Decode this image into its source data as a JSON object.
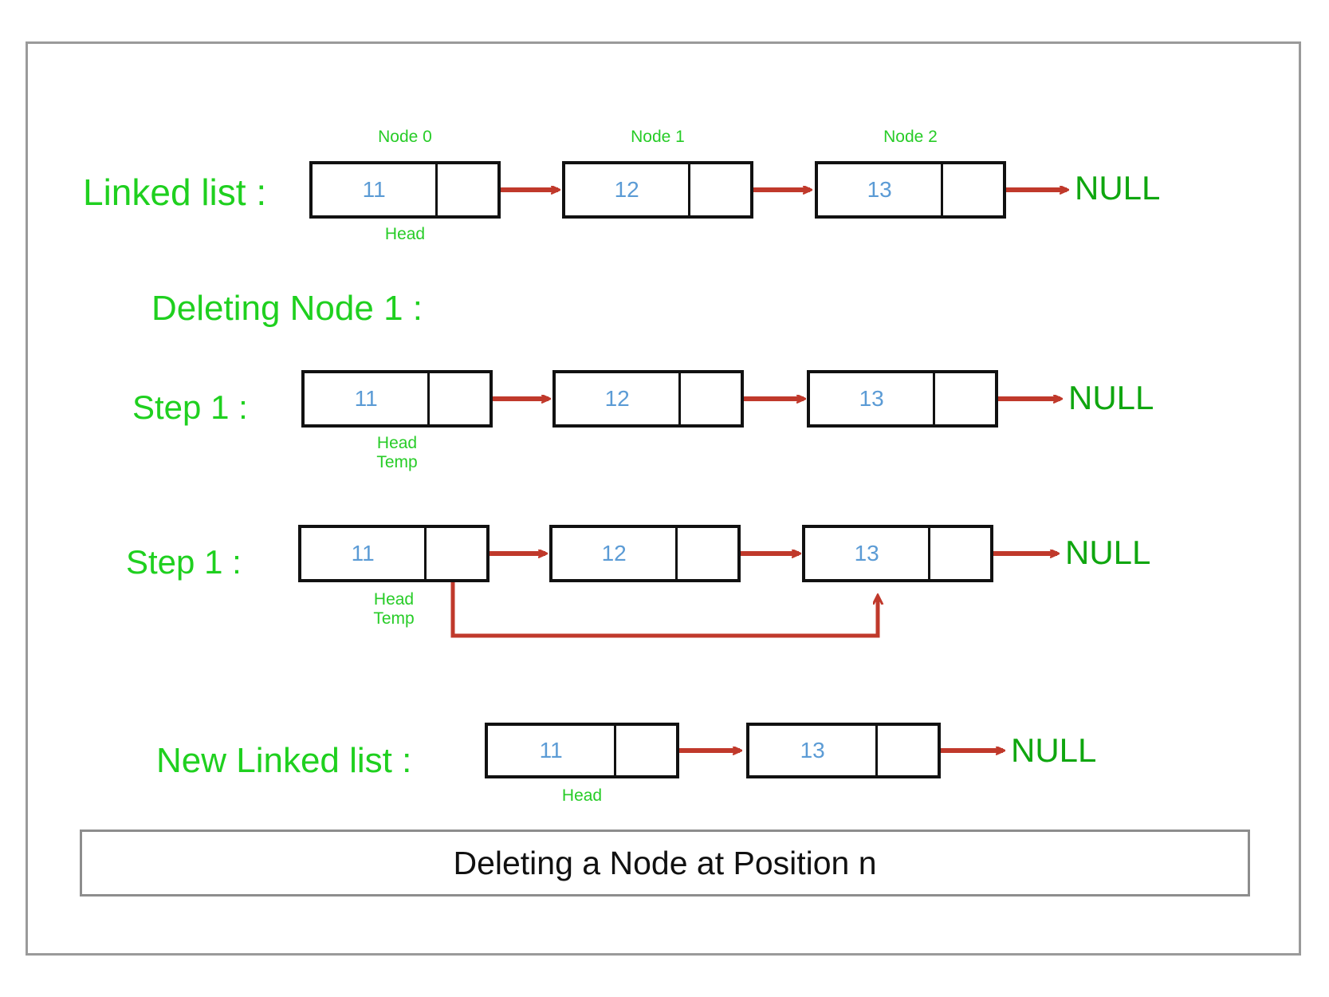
{
  "caption": {
    "text": "Deleting a Node at Position n"
  },
  "colors": {
    "label_green": "#1fd01f",
    "caption_green": "#27cc27",
    "null_green": "#0fa60f",
    "value_blue": "#5b9bd5",
    "arrow_red": "#c0392b",
    "node_border": "#111111",
    "frame_gray": "#9a9a9a"
  },
  "rows": {
    "linked_list": {
      "label": "Linked list :",
      "null_label": "NULL",
      "node_captions_top": [
        "Node 0",
        "Node 1",
        "Node 2"
      ],
      "node_values": [
        "11",
        "12",
        "13"
      ],
      "pointer_caption": "Head"
    },
    "deleting": {
      "label": "Deleting Node 1 :"
    },
    "step1a": {
      "label": "Step 1 :",
      "null_label": "NULL",
      "node_values": [
        "11",
        "12",
        "13"
      ],
      "pointer_caption": "Head\nTemp"
    },
    "step1b": {
      "label": "Step 1 :",
      "null_label": "NULL",
      "node_values": [
        "11",
        "12",
        "13"
      ],
      "pointer_caption": "Head\nTemp"
    },
    "new_linked_list": {
      "label": "New Linked list :",
      "null_label": "NULL",
      "node_values": [
        "11",
        "13"
      ],
      "pointer_caption": "Head"
    }
  }
}
